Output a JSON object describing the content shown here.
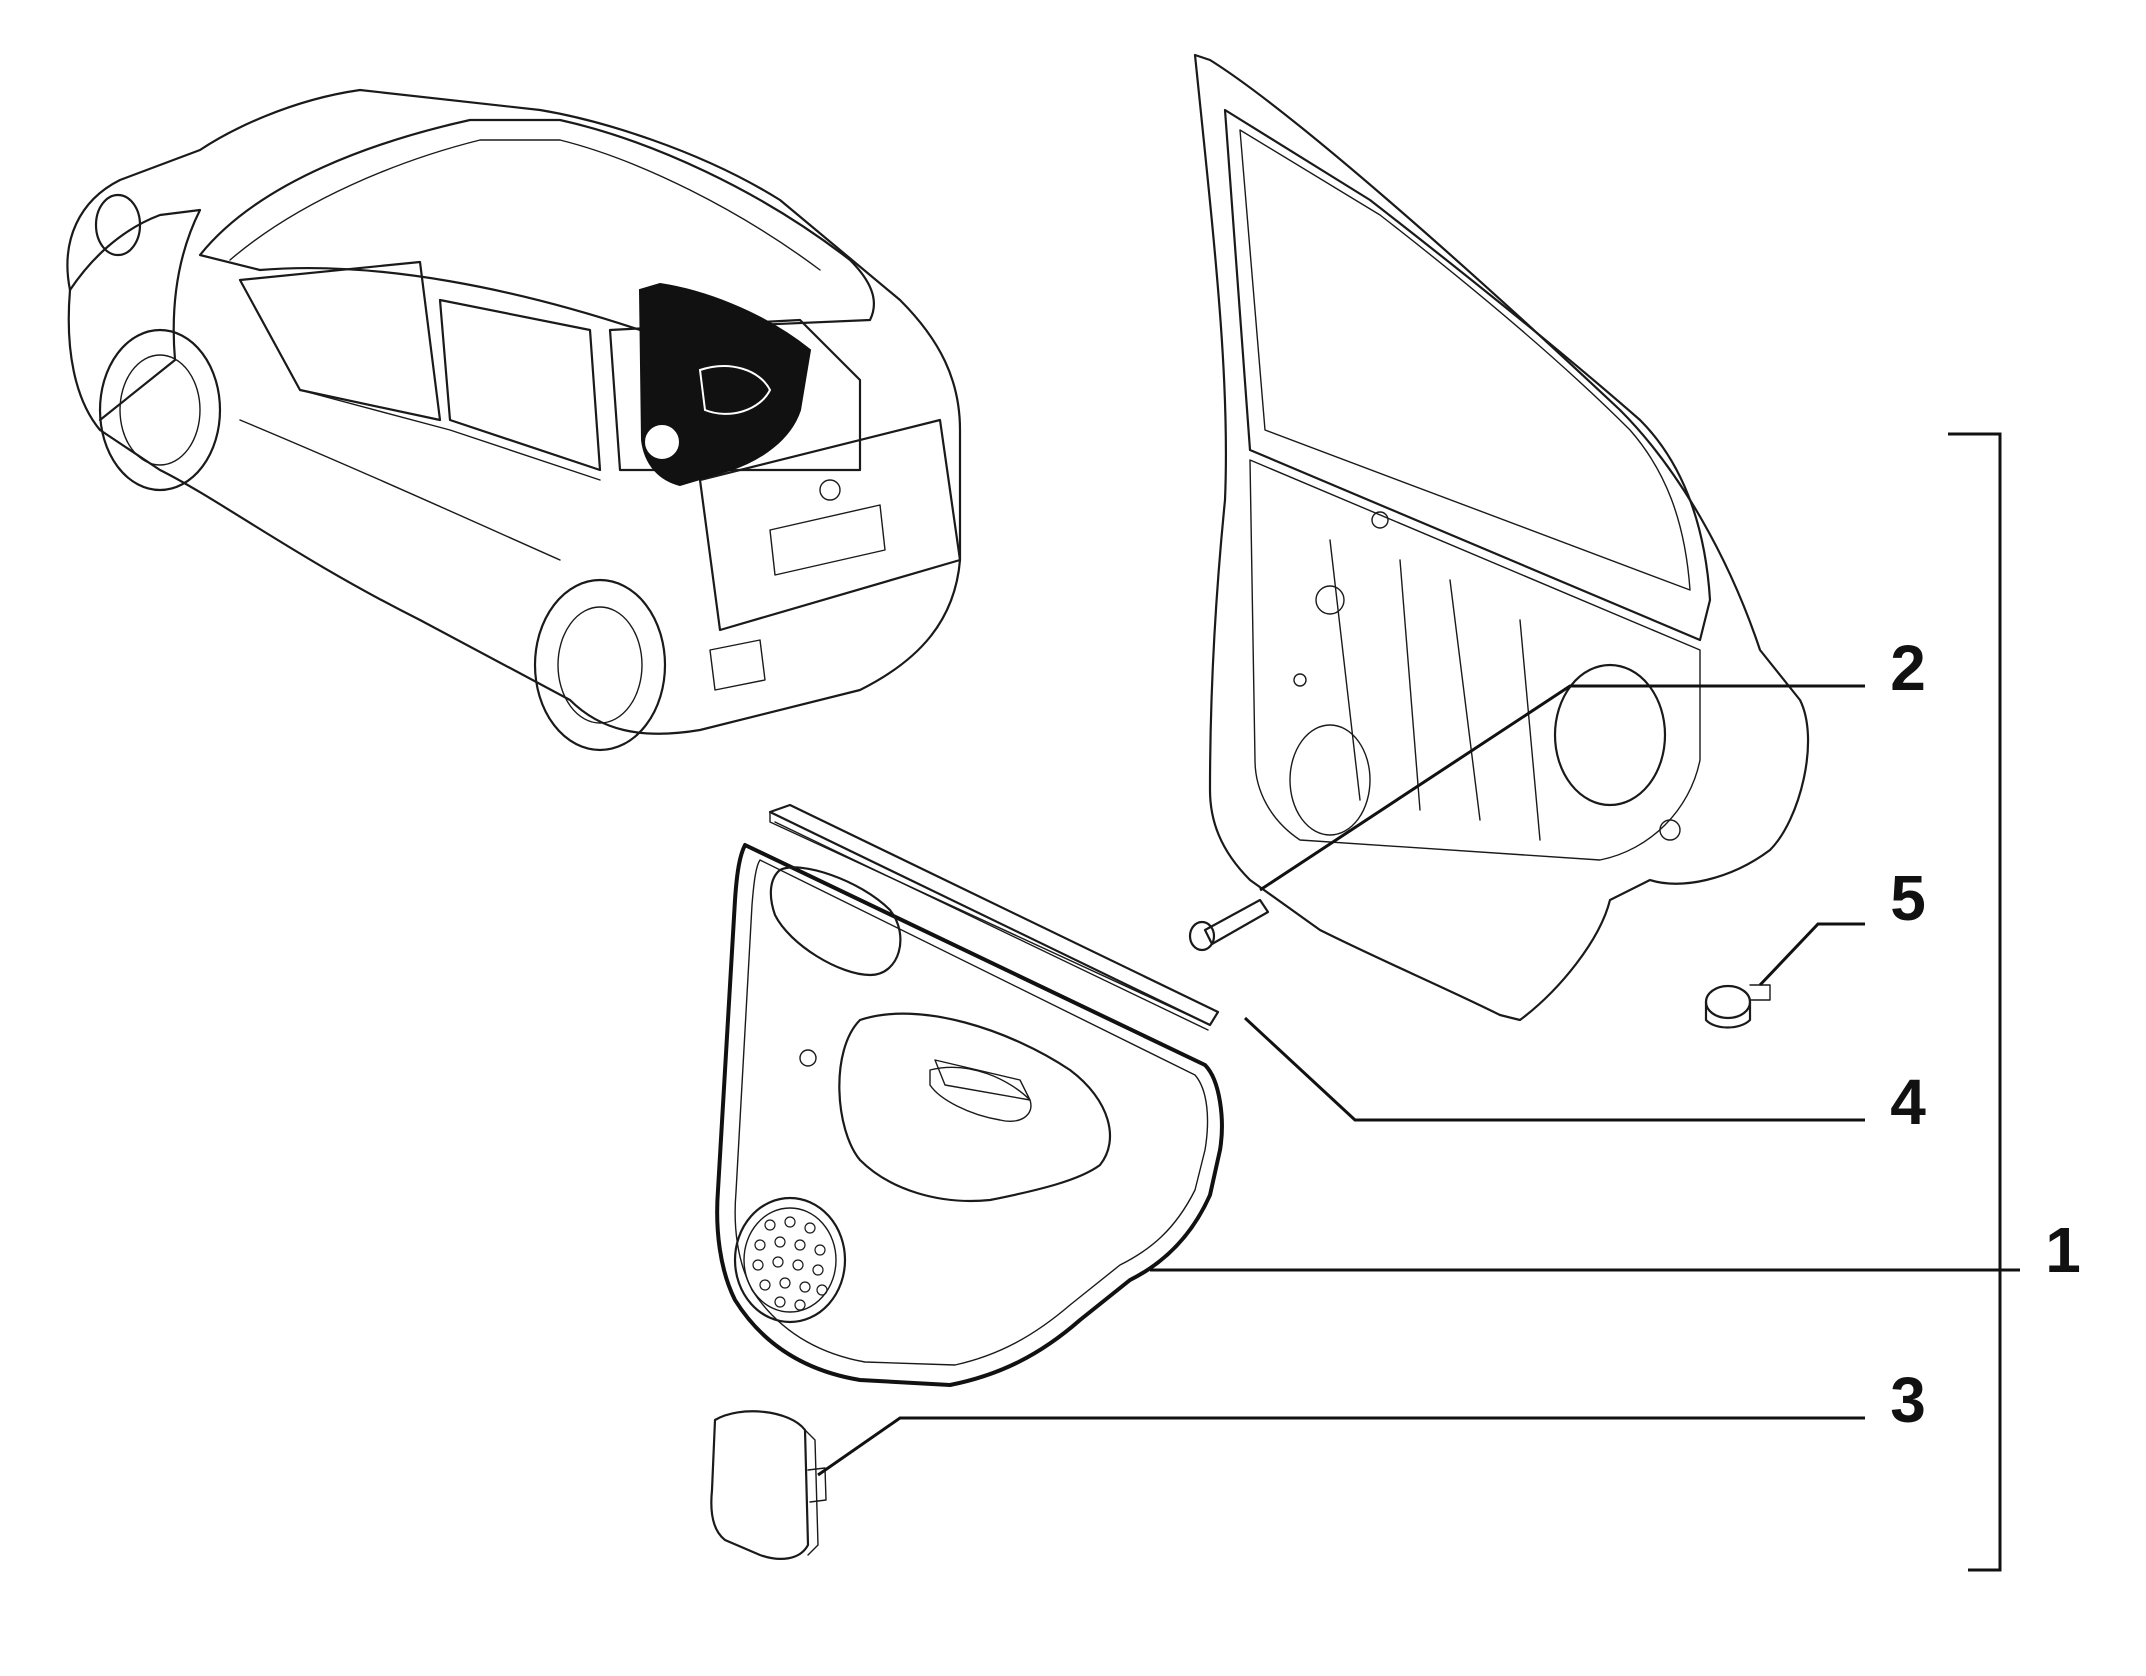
{
  "callouts": [
    {
      "id": "1",
      "label": "1",
      "part": "door-trim-panel"
    },
    {
      "id": "2",
      "label": "2",
      "part": "screw"
    },
    {
      "id": "3",
      "label": "3",
      "part": "cover-cap"
    },
    {
      "id": "4",
      "label": "4",
      "part": "window-seal-strip"
    },
    {
      "id": "5",
      "label": "5",
      "part": "clip"
    }
  ],
  "colors": {
    "line": "#1a1a1a",
    "background": "#ffffff",
    "highlight": "#111111"
  }
}
